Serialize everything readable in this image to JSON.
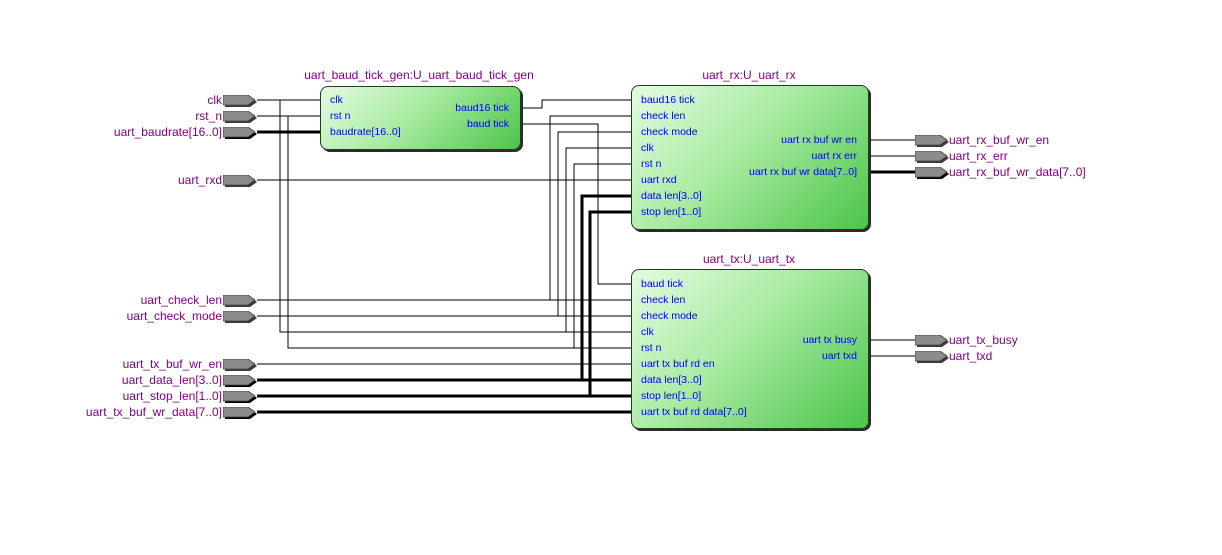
{
  "colors": {
    "port_label": "#800080",
    "pin_label": "#0000e0",
    "block_title": "#800080",
    "block_fill_start": "#e4fbe1",
    "block_fill_end": "#4cc44a",
    "port_fill": "#8c8c8c",
    "wire": "#000000"
  },
  "input_ports": [
    {
      "name": "clk",
      "bus": false
    },
    {
      "name": "rst_n",
      "bus": false
    },
    {
      "name": "uart_baudrate[16..0]",
      "bus": true
    },
    {
      "name": "uart_rxd",
      "bus": false
    },
    {
      "name": "uart_check_len",
      "bus": false
    },
    {
      "name": "uart_check_mode",
      "bus": false
    },
    {
      "name": "uart_tx_buf_wr_en",
      "bus": false
    },
    {
      "name": "uart_data_len[3..0]",
      "bus": true
    },
    {
      "name": "uart_stop_len[1..0]",
      "bus": true
    },
    {
      "name": "uart_tx_buf_wr_data[7..0]",
      "bus": true
    }
  ],
  "output_ports": [
    {
      "name": "uart_rx_buf_wr_en",
      "bus": false
    },
    {
      "name": "uart_rx_err",
      "bus": false
    },
    {
      "name": "uart_rx_buf_wr_data[7..0]",
      "bus": true
    },
    {
      "name": "uart_tx_busy",
      "bus": false
    },
    {
      "name": "uart_txd",
      "bus": false
    }
  ],
  "blocks": {
    "baud_gen": {
      "title": "uart_baud_tick_gen:U_uart_baud_tick_gen",
      "inputs": [
        "clk",
        "rst n",
        "baudrate[16..0]"
      ],
      "outputs": [
        "baud16 tick",
        "baud tick"
      ]
    },
    "rx": {
      "title": "uart_rx:U_uart_rx",
      "inputs": [
        "baud16 tick",
        "check len",
        "check mode",
        "clk",
        "rst n",
        "uart rxd",
        "data len[3..0]",
        "stop len[1..0]"
      ],
      "outputs": [
        "uart rx buf wr en",
        "uart rx err",
        "uart rx buf wr data[7..0]"
      ]
    },
    "tx": {
      "title": "uart_tx:U_uart_tx",
      "inputs": [
        "baud tick",
        "check len",
        "check mode",
        "clk",
        "rst n",
        "uart tx buf rd en",
        "data len[3..0]",
        "stop len[1..0]",
        "uart tx buf rd data[7..0]"
      ],
      "outputs": [
        "uart tx busy",
        "uart txd"
      ]
    }
  }
}
